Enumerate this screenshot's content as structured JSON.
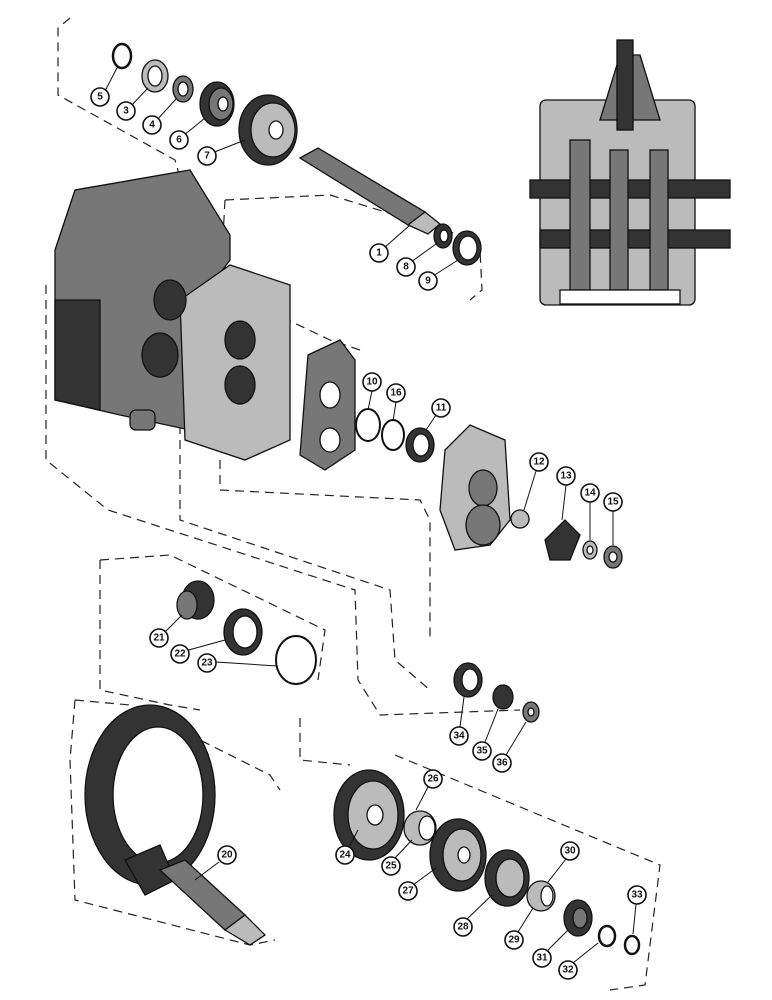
{
  "callouts": {
    "c1": "1",
    "c3": "3",
    "c4": "4",
    "c5": "5",
    "c6": "6",
    "c7": "7",
    "c8": "8",
    "c9": "9",
    "c10": "10",
    "c11": "11",
    "c12": "12",
    "c13": "13",
    "c14": "14",
    "c15": "15",
    "c16": "16",
    "c21": "21",
    "c22": "22",
    "c23": "23",
    "c24": "24",
    "c25": "25",
    "c26": "26",
    "c27": "27",
    "c28": "28",
    "c29": "29",
    "c30": "30",
    "c31": "31",
    "c32": "32",
    "c33": "33",
    "c34": "34",
    "c35": "35",
    "c36": "36",
    "c20": "20"
  }
}
